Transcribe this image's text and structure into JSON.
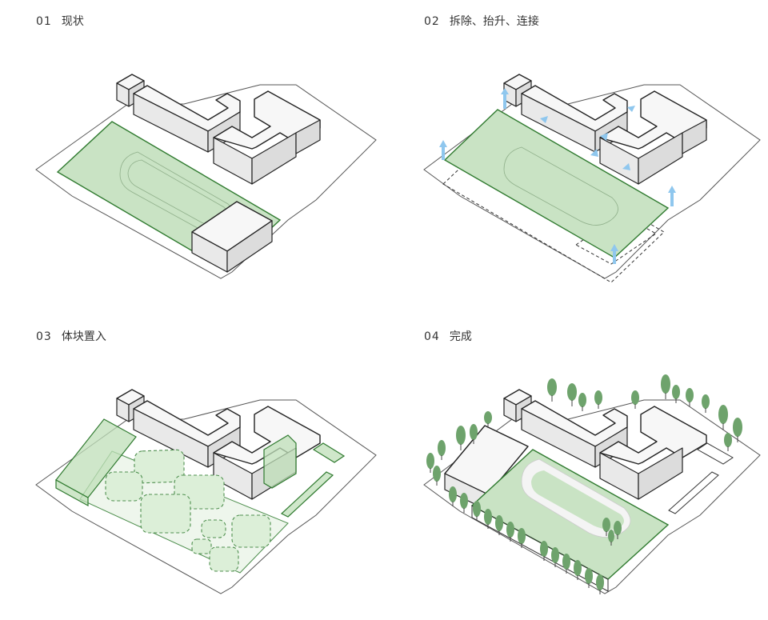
{
  "panels": [
    {
      "number": "01",
      "title": "现状"
    },
    {
      "number": "02",
      "title": "拆除、抬升、连接"
    },
    {
      "number": "03",
      "title": "体块置入"
    },
    {
      "number": "04",
      "title": "完成"
    }
  ],
  "colors": {
    "field_green": "#c9e3c4",
    "field_stroke": "#2f7a2f",
    "arrow_blue": "#8fc7ee",
    "tree_green": "#6ea36c",
    "building": "#f7f7f7"
  }
}
